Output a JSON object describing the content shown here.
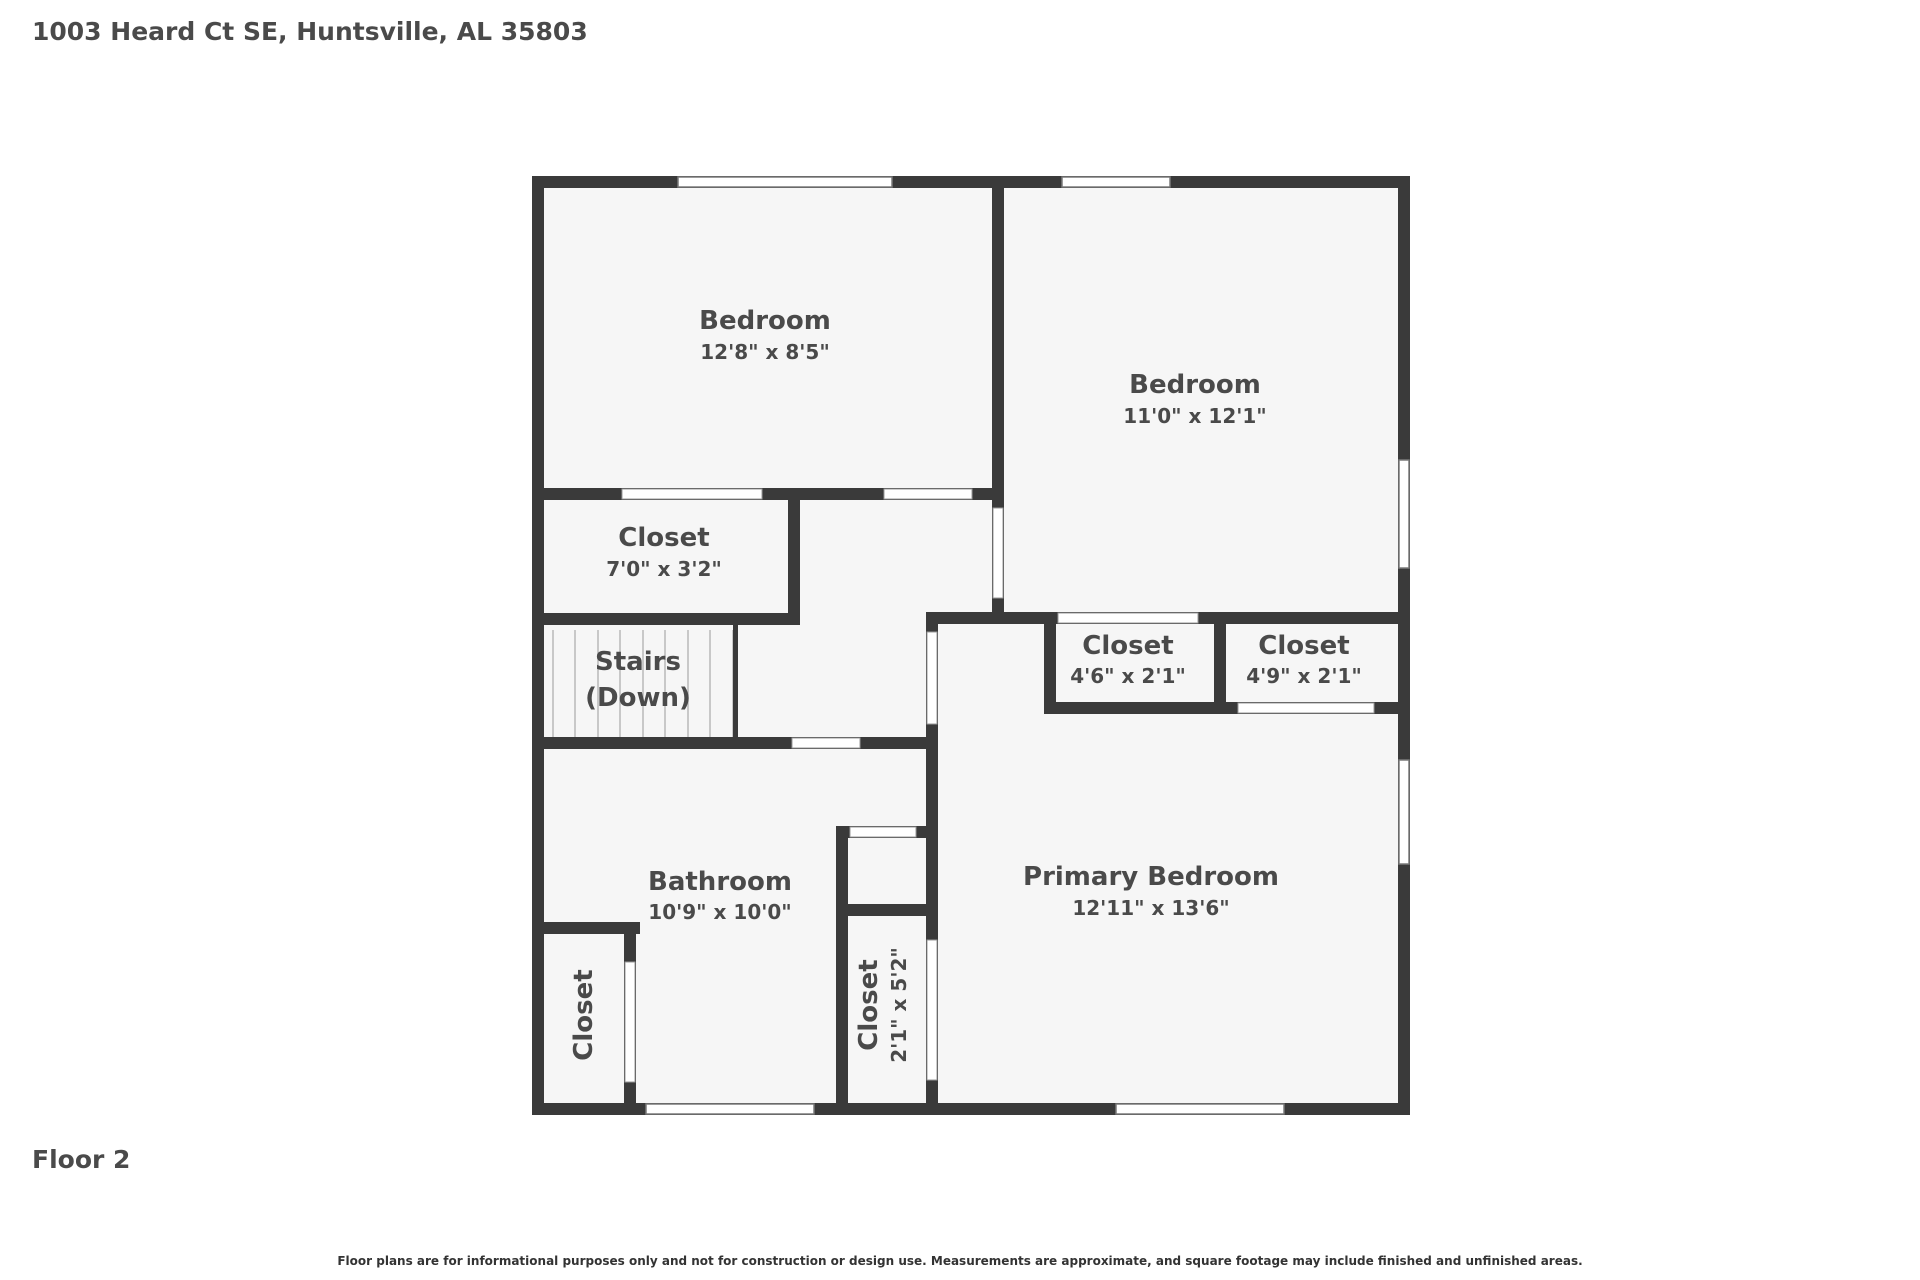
{
  "address": "1003 Heard Ct SE, Huntsville, AL 35803",
  "floor_label": "Floor 2",
  "disclaimer": "Floor plans are for informational purposes only and not for construction or design use. Measurements are approximate, and square footage may include finished and unfinished areas.",
  "colors": {
    "wall": "#3a3a3a",
    "floor": "#f6f6f6",
    "window": "#ffffff",
    "text": "#4a4a4a"
  },
  "rooms": {
    "bedroom_nw": {
      "name": "Bedroom",
      "dims": "12'8\" x 8'5\""
    },
    "bedroom_ne": {
      "name": "Bedroom",
      "dims": "11'0\" x 12'1\""
    },
    "closet_nw": {
      "name": "Closet",
      "dims": "7'0\" x 3'2\""
    },
    "stairs": {
      "name": "Stairs",
      "sub": "(Down)"
    },
    "closet_mid": {
      "name": "Closet",
      "dims": "4'6\" x 2'1\""
    },
    "closet_east": {
      "name": "Closet",
      "dims": "4'9\" x 2'1\""
    },
    "bathroom": {
      "name": "Bathroom",
      "dims": "10'9\" x 10'0\""
    },
    "primary_bedroom": {
      "name": "Primary Bedroom",
      "dims": "12'11\" x 13'6\""
    },
    "closet_sw": {
      "name": "Closet"
    },
    "closet_small": {
      "name": "Closet",
      "dims": "2'1\" x 5'2\""
    }
  }
}
